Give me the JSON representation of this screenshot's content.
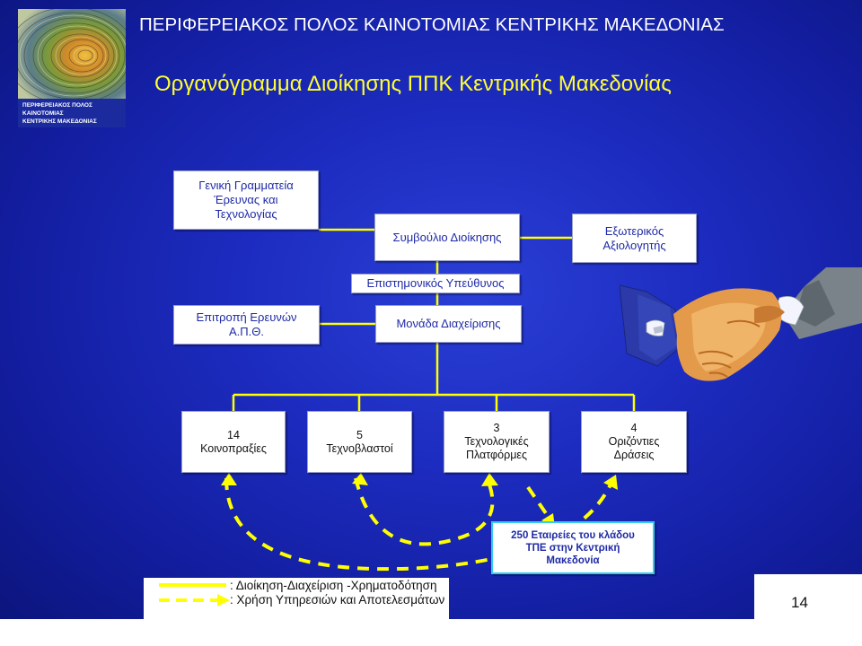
{
  "header": {
    "title": "ΠΕΡΙΦΕΡΕΙΑΚΟΣ ΠΟΛΟΣ ΚΑΙΝΟΤΟΜΙΑΣ ΚΕΝΤΡΙΚΗΣ ΜΑΚΕΔΟΝΙΑΣ",
    "subtitle": "Οργανόγραμμα Διοίκησης ΠΠΚ Κεντρικής Μακεδονίας"
  },
  "logo": {
    "lines": [
      "ΠΕΡΙΦΕΡΕΙΑΚΟΣ ΠΟΛΟΣ",
      "ΚΑΙΝΟΤΟΜΙΑΣ",
      "ΚΕΝΤΡΙΚΗΣ ΜΑΚΕΔΟΝΙΑΣ"
    ]
  },
  "org": {
    "gsrt": [
      "Γενική Γραμματεία",
      "Έρευνας και",
      "Τεχνολογίας"
    ],
    "board": "Συμβούλιο Διοίκησης",
    "evaluator": [
      "Εξωτερικός",
      "Αξιολογητής"
    ],
    "scientific": "Επιστημονικός Υπεύθυνος",
    "committee": [
      "Επιτροπή Ερευνών",
      "Α.Π.Θ."
    ],
    "management": "Μονάδα Διαχείρισης",
    "units": [
      {
        "count": "14",
        "label": [
          "Κοινοπραξίες"
        ]
      },
      {
        "count": "5",
        "label": [
          "Τεχνοβλαστοί"
        ]
      },
      {
        "count": "3",
        "label": [
          "Τεχνολογικές",
          "Πλατφόρμες"
        ]
      },
      {
        "count": "4",
        "label": [
          "Οριζόντιες",
          "Δράσεις"
        ]
      }
    ],
    "firms": [
      "250  Εταιρείες του κλάδου",
      "ΤΠΕ στην Κεντρική",
      "Μακεδονία"
    ]
  },
  "legend": {
    "solid": ": Διοίκηση-Διαχείριση -Χρηματοδότηση",
    "dashed": ": Χρήση Υπηρεσιών και Αποτελεσμάτων"
  },
  "page_number": "14",
  "colors": {
    "background": "#1d2cc0",
    "title_text": "#ffffff",
    "subtitle_text": "#ffff33",
    "connector": "#ffff00",
    "box_text": "#1e2aa6",
    "firms_border": "#33ccee"
  }
}
